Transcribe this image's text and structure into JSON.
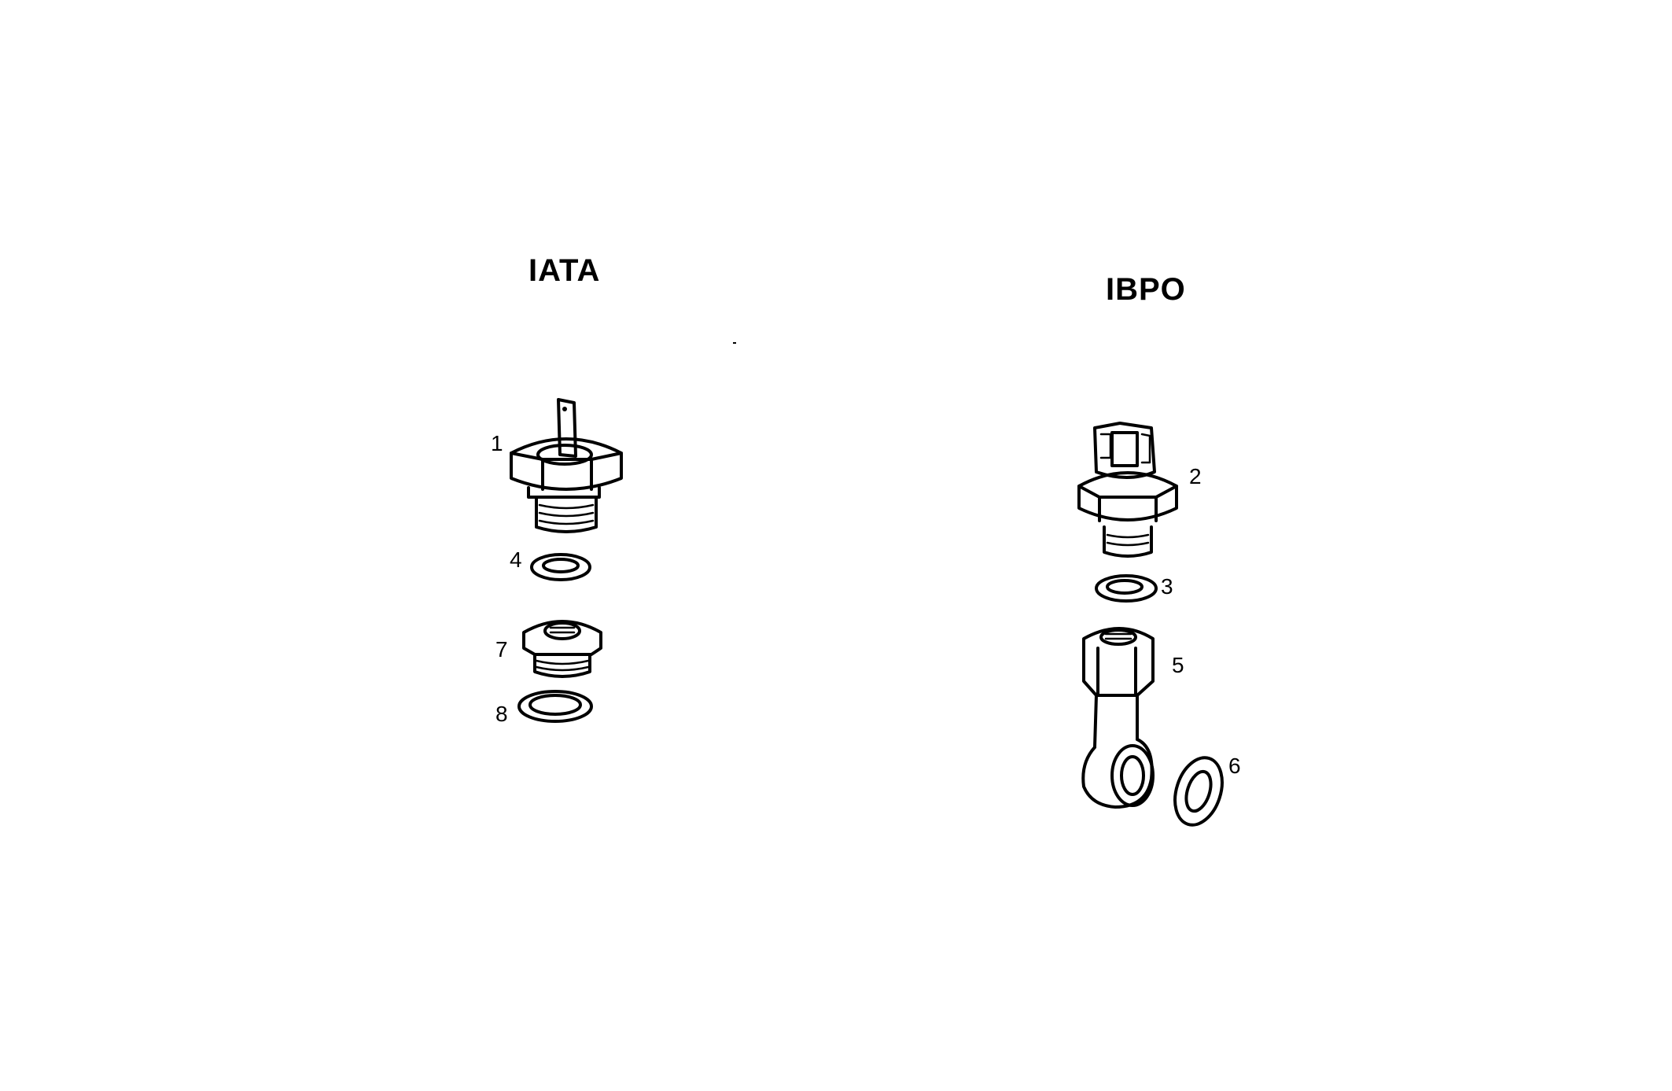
{
  "groups": [
    {
      "title": "IATA",
      "parts": [
        {
          "number": "1",
          "name": "pressure-switch-single-terminal"
        },
        {
          "number": "4",
          "name": "sealing-washer"
        },
        {
          "number": "7",
          "name": "adapter-nut"
        },
        {
          "number": "8",
          "name": "sealing-washer"
        }
      ]
    },
    {
      "title": "IBPO",
      "parts": [
        {
          "number": "2",
          "name": "pressure-switch-connector"
        },
        {
          "number": "3",
          "name": "sealing-washer"
        },
        {
          "number": "5",
          "name": "banjo-fitting"
        },
        {
          "number": "6",
          "name": "sealing-washer"
        }
      ]
    }
  ]
}
